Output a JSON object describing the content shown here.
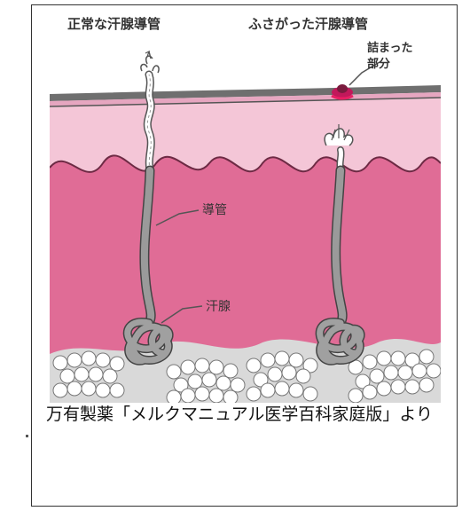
{
  "diagram": {
    "title_left": "正常な汗腺導管",
    "title_right": "ふさがった汗腺導管",
    "label_blocked_line1": "詰まった",
    "label_blocked_line2": "部分",
    "label_duct": "導管",
    "label_gland": "汗腺"
  },
  "caption": {
    "text": "万有製薬「メルクマニュアル医学百科家庭版」より"
  },
  "colors": {
    "epidermis_top": "#7a7a7a",
    "upper_dermis": "#f4c6d7",
    "lower_dermis": "#e06c96",
    "fat_background": "#d9d9d9",
    "fat_cells": "#ffffff",
    "duct": "#9a9a9a",
    "blockage": "#c2185b"
  }
}
